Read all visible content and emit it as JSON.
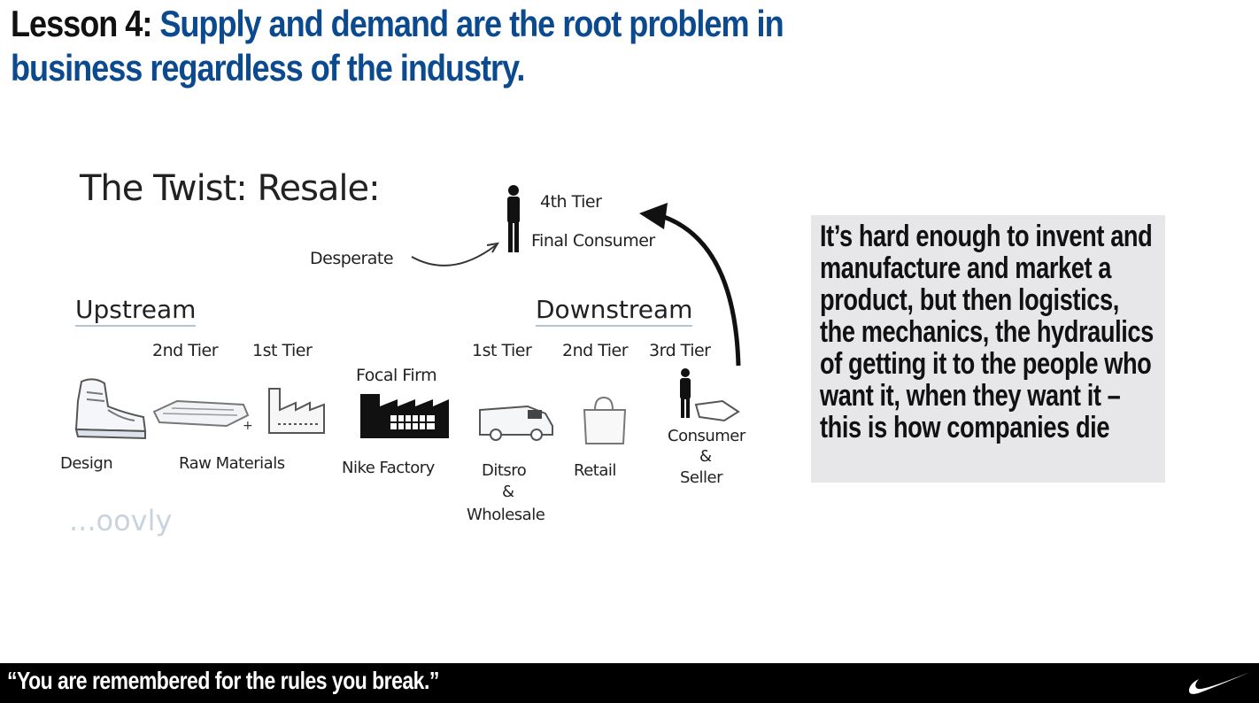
{
  "title": {
    "lesson": "Lesson 4:",
    "headline": "Supply and demand are the root problem in business regardless of the industry."
  },
  "diagram": {
    "heading": "The Twist: Resale:",
    "upstream": "Upstream",
    "downstream": "Downstream",
    "desperate": "Desperate",
    "fourth_tier": "4th Tier",
    "final_consumer": "Final Consumer",
    "tiers": {
      "up_2nd": "2nd Tier",
      "up_1st": "1st Tier",
      "focal": "Focal Firm",
      "down_1st": "1st Tier",
      "down_2nd": "2nd Tier",
      "down_3rd": "3rd Tier"
    },
    "labels": {
      "design": "Design",
      "raw": "Raw Materials",
      "factory": "Nike Factory",
      "distro": "Ditsro",
      "distro_amp": "&",
      "distro_whole": "Wholesale",
      "retail": "Retail",
      "consumer": "Consumer",
      "consumer_amp": "&",
      "seller": "Seller"
    },
    "watermark": "...oovly"
  },
  "callout": {
    "text": "It’s hard enough to invent and manufacture and market a product, but then logistics, the mechanics, the hydraulics of getting it to the people who want it, when they want it – this is how companies die"
  },
  "footer": {
    "quote": "“You are remembered for the rules you break.”"
  },
  "colors": {
    "accent": "#0b4a8f",
    "callout_bg": "#e7e6e8",
    "footer_bg": "#000000"
  }
}
